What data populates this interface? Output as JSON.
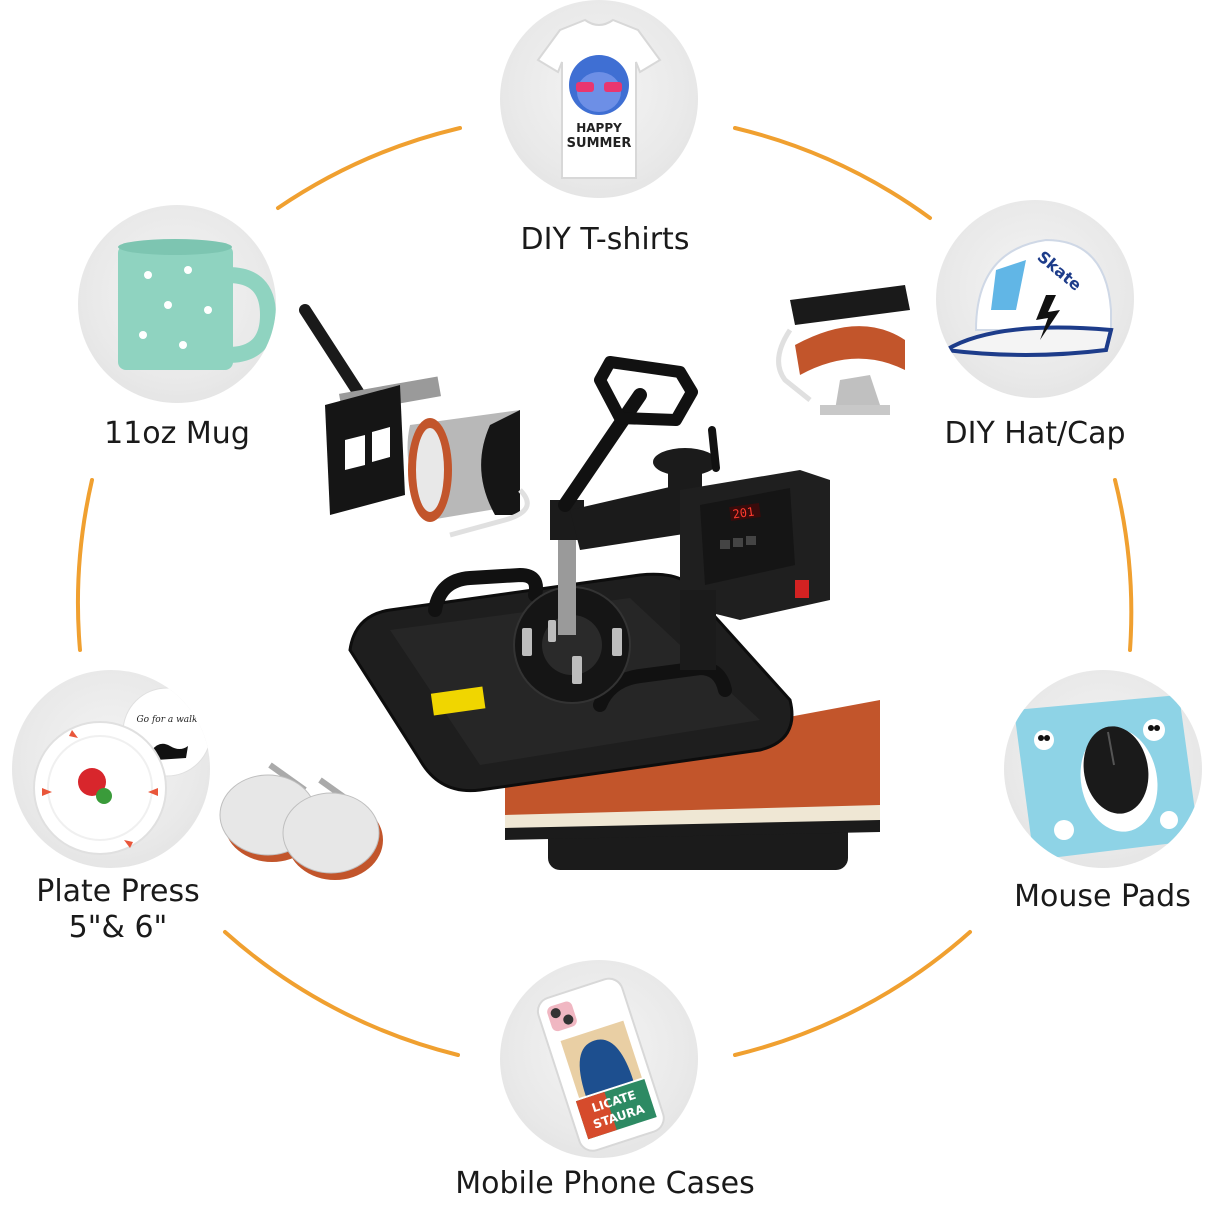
{
  "labels": {
    "tshirt": "DIY T-shirts",
    "mug": "11oz Mug",
    "hat": "DIY Hat/Cap",
    "plate_line1": "Plate Press",
    "plate_line2": "5\"& 6\"",
    "mousepad": "Mouse Pads",
    "phone": "Mobile Phone Cases"
  },
  "tshirt_print": {
    "line1": "HAPPY",
    "line2": "SUMMER"
  },
  "hat_print": "Skate",
  "plate_print": "Go for a walk",
  "phone_print": {
    "line1": "LICATE",
    "line2": "STAURA"
  },
  "press_display": "201",
  "colors": {
    "ring": "#F0A030",
    "platen": "#C2552B",
    "machine": "#1b1b1b",
    "mint": "#8FD3C0",
    "mousepad": "#8ED3E6"
  }
}
